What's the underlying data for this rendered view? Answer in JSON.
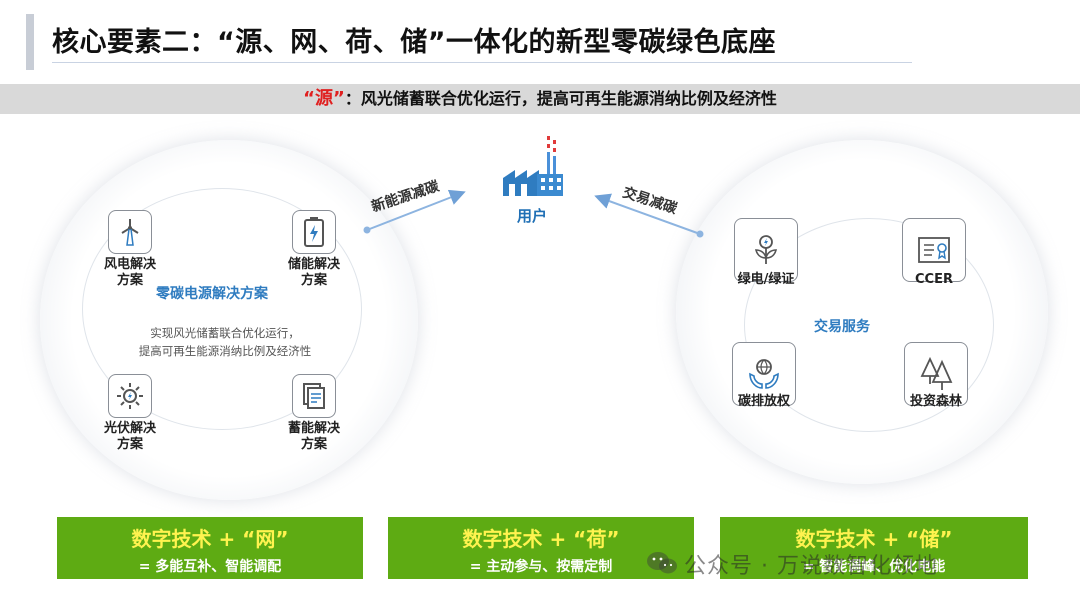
{
  "header": {
    "title": "核心要素二：“源、网、荷、储”一体化的新型零碳绿色底座"
  },
  "subtitle": {
    "highlight": "“源”",
    "text": "：风光储蓄联合优化运行，提高可再生能源消纳比例及经济性"
  },
  "user": {
    "label": "用户"
  },
  "flows": {
    "left": "新能源减碳",
    "right": "交易减碳"
  },
  "left_circle": {
    "center_title": "零碳电源解决方案",
    "description_line1": "实现风光储蓄联合优化运行，",
    "description_line2": "提高可再生能源消纳比例及经济性",
    "items": [
      {
        "line1": "风电解决",
        "line2": "方案",
        "icon": "wind-turbine-icon"
      },
      {
        "line1": "储能解决",
        "line2": "方案",
        "icon": "battery-icon"
      },
      {
        "line1": "光伏解决",
        "line2": "方案",
        "icon": "solar-sun-icon"
      },
      {
        "line1": "蓄能解决",
        "line2": "方案",
        "icon": "document-stack-icon"
      }
    ]
  },
  "right_circle": {
    "center_title": "交易服务",
    "items": [
      {
        "label": "绿电/绿证",
        "icon": "green-power-plant-icon"
      },
      {
        "label": "CCER",
        "icon": "certificate-icon"
      },
      {
        "label": "碳排放权",
        "icon": "globe-hands-icon"
      },
      {
        "label": "投资森林",
        "icon": "forest-trees-icon"
      }
    ]
  },
  "bottom_boxes": [
    {
      "line1": "数字技术 + “网”",
      "line2": "= 多能互补、智能调配"
    },
    {
      "line1": "数字技术 + “荷”",
      "line2": "= 主动参与、按需定制"
    },
    {
      "line1": "数字技术 + “储”",
      "line2": "= 智能调峰、优化电能"
    }
  ],
  "watermark": {
    "text": "公众号 · 万说数智化领地"
  },
  "colors": {
    "accent_blue": "#2f7cc0",
    "green_box": "#5eab13",
    "yellow_text": "#fff34f",
    "red_highlight": "#e02020"
  }
}
